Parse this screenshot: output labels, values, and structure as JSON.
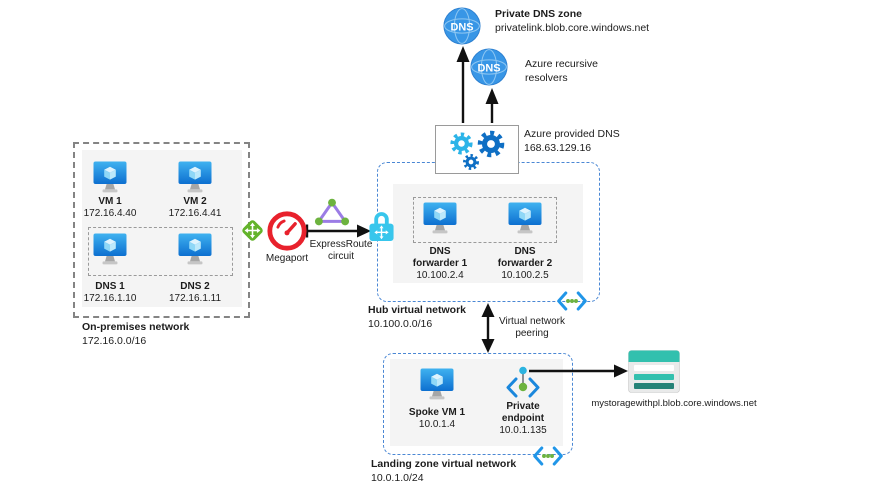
{
  "colors": {
    "azure_blue": "#1076d8",
    "light_blue": "#35a7ee",
    "cyan": "#38c6ec",
    "green": "#63b32b",
    "dot_green": "#6db33f",
    "purple": "#9b7ce5",
    "red": "#e8212c",
    "teal": "#32c0ae",
    "teal_dark": "#258277",
    "dashed_blue": "#4a87d4",
    "dashed_gray": "#848484"
  },
  "icons": {
    "dns_label": "DNS"
  },
  "top": {
    "private_dns_zone": {
      "title": "Private DNS zone",
      "domain": "privatelink.blob.core.windows.net"
    },
    "recursive_resolvers": {
      "label": "Azure recursive resolvers"
    },
    "azure_dns": {
      "label": "Azure provided DNS",
      "ip": "168.63.129.16"
    }
  },
  "onprem": {
    "title": "On-premises network",
    "cidr": "172.16.0.0/16",
    "vms": [
      {
        "name": "VM 1",
        "ip": "172.16.4.40"
      },
      {
        "name": "VM 2",
        "ip": "172.16.4.41"
      },
      {
        "name": "DNS 1",
        "ip": "172.16.1.10"
      },
      {
        "name": "DNS 2",
        "ip": "172.16.1.11"
      }
    ]
  },
  "connectivity": {
    "megaport": "Megaport",
    "expressroute": "ExpressRoute circuit"
  },
  "hub": {
    "title": "Hub virtual network",
    "cidr": "10.100.0.0/16",
    "forwarders": [
      {
        "name": "DNS forwarder 1",
        "ip": "10.100.2.4"
      },
      {
        "name": "DNS forwarder 2",
        "ip": "10.100.2.5"
      }
    ]
  },
  "peering": {
    "label": "Virtual network peering"
  },
  "landing_zone": {
    "title": "Landing zone virtual network",
    "cidr": "10.0.1.0/24",
    "spoke_vm": {
      "name": "Spoke VM 1",
      "ip": "10.0.1.4"
    },
    "private_endpoint": {
      "name": "Private endpoint",
      "ip": "10.0.1.135"
    }
  },
  "storage": {
    "label": "mystoragewithpl.blob.core.windows.net"
  }
}
